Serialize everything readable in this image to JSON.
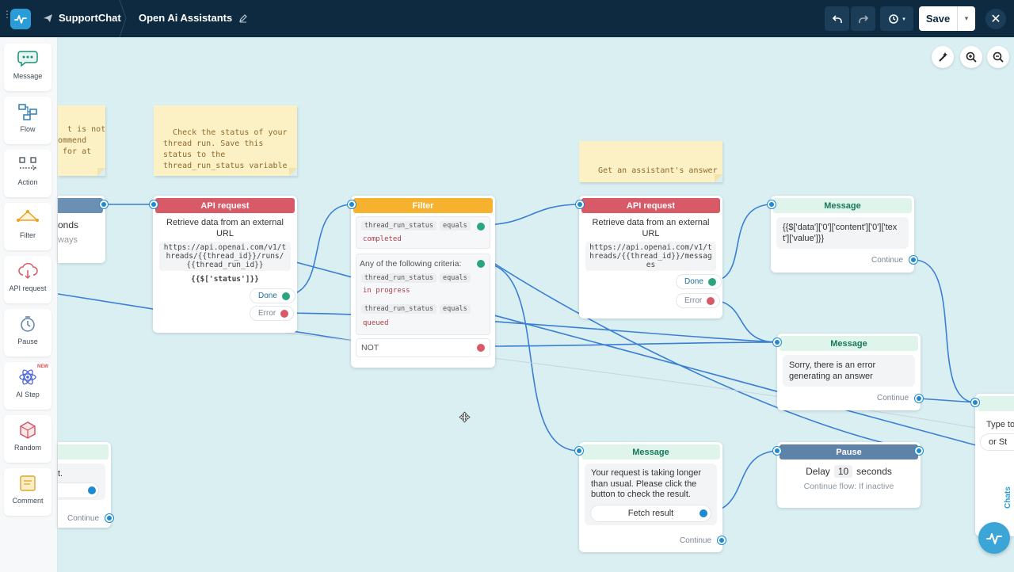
{
  "topbar": {
    "project": "SupportChat",
    "flow_title": "Open Ai Assistants",
    "save_label": "Save"
  },
  "sidebar": {
    "items": [
      {
        "label": "Message",
        "icon": "message-icon"
      },
      {
        "label": "Flow",
        "icon": "flow-icon"
      },
      {
        "label": "Action",
        "icon": "action-icon"
      },
      {
        "label": "Filter",
        "icon": "filter-icon"
      },
      {
        "label": "API request",
        "icon": "api-request-icon"
      },
      {
        "label": "Pause",
        "icon": "pause-icon"
      },
      {
        "label": "AI Step",
        "icon": "ai-step-icon",
        "badge": "NEW"
      },
      {
        "label": "Random",
        "icon": "random-icon"
      },
      {
        "label": "Comment",
        "icon": "comment-icon"
      }
    ]
  },
  "notes": {
    "note1": "t is not\nommend\n for at",
    "note2": "Check the status of your\nthread run. Save this\nstatus to the\nthread_run_status variable",
    "note3": "Get an assistant's answer"
  },
  "nodes": {
    "left_partial": {
      "text": "onds",
      "subtext": "ways"
    },
    "api1": {
      "header": "API request",
      "desc": "Retrieve data from an external URL",
      "url": "https://api.openai.com/v1/threads/{{thread_id}}/runs/{{thread_run_id}}",
      "save": "{{$['status']}}",
      "done": "Done",
      "error": "Error"
    },
    "filter": {
      "header": "Filter",
      "cond1": {
        "var": "thread_run_status",
        "op": "equals",
        "value": "completed"
      },
      "any_label": "Any of the following criteria:",
      "cond2": {
        "var": "thread_run_status",
        "op": "equals",
        "value": "in progress"
      },
      "cond3": {
        "var": "thread_run_status",
        "op": "equals",
        "value": "queued"
      },
      "not_label": "NOT"
    },
    "api2": {
      "header": "API request",
      "desc": "Retrieve data from an external URL",
      "url": "https://api.openai.com/v1/threads/{{thread_id}}/messages",
      "done": "Done",
      "error": "Error"
    },
    "msg_answer": {
      "header": "Message",
      "text": "{{$['data']['0']['content']['0']['text']['value']}}",
      "continue": "Continue"
    },
    "msg_error": {
      "header": "Message",
      "text": "Sorry, there is an error generating an answer",
      "continue": "Continue"
    },
    "msg_longer": {
      "header": "Message",
      "text": "Your request is taking longer than usual. Please click the button to check the result.",
      "button": "Fetch result",
      "continue": "Continue"
    },
    "pause": {
      "header": "Pause",
      "delay_label": "Delay",
      "delay_value": "10",
      "delay_unit": "seconds",
      "subtext": "Continue flow: If inactive"
    },
    "left_bottom": {
      "text": "t.",
      "continue": "Continue"
    },
    "right_partial": {
      "line1": "Type to",
      "line2": "or St",
      "vertical": "Chats"
    }
  }
}
